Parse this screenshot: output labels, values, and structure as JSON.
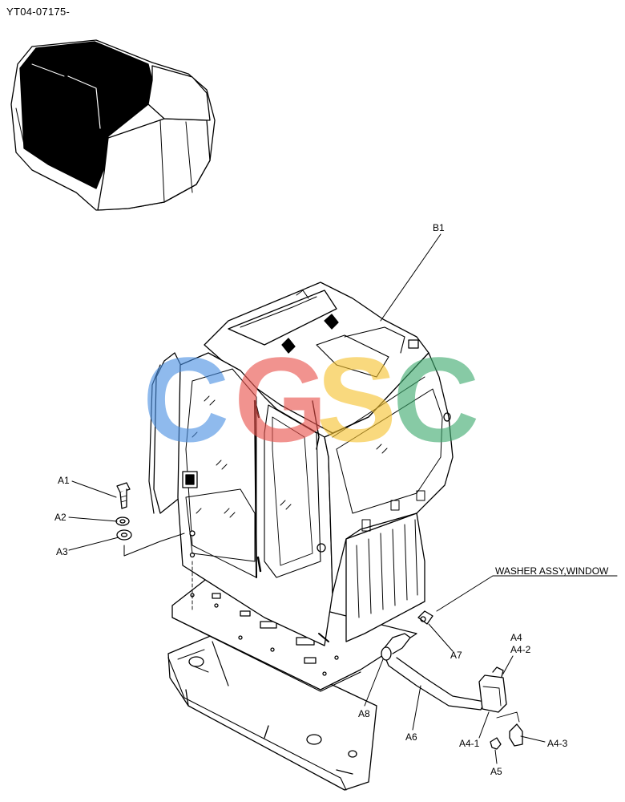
{
  "document": {
    "id": "YT04-07175-"
  },
  "callouts": {
    "b1": "B1",
    "a1": "A1",
    "a2": "A2",
    "a3": "A3",
    "a4": "A4",
    "a4_2": "A4-2",
    "a4_1": "A4-1",
    "a4_3": "A4-3",
    "a5": "A5",
    "a6": "A6",
    "a7": "A7",
    "a8": "A8",
    "washer": "WASHER ASSY,WINDOW"
  },
  "watermark": {
    "letters": [
      "C",
      "G",
      "S",
      "C"
    ],
    "colors": [
      "#4a90e2",
      "#e8514a",
      "#f5c12e",
      "#3daa6e"
    ]
  }
}
